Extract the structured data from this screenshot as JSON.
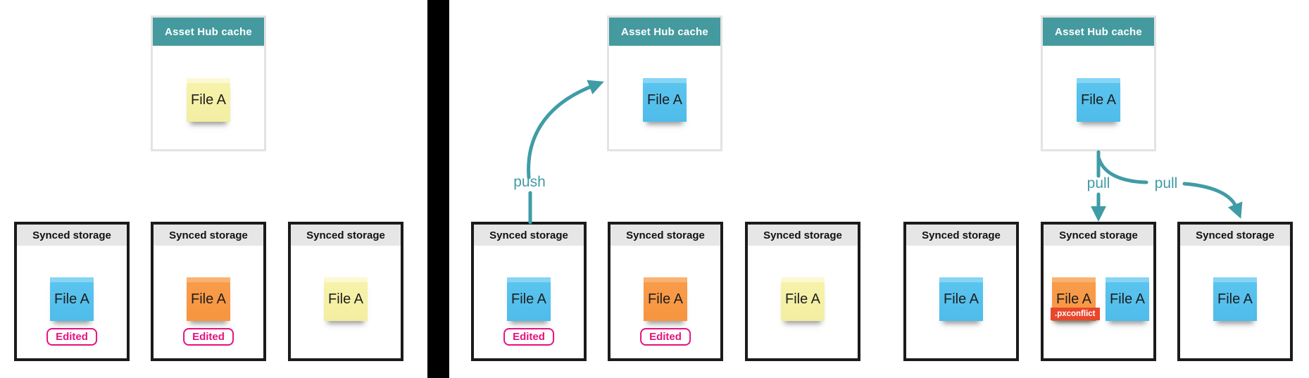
{
  "labels": {
    "asset_hub_cache": "Asset Hub cache",
    "synced_storage": "Synced storage",
    "file_a": "File A",
    "edited": "Edited",
    "pxconflict": ".pxconflict",
    "push": "push",
    "pull": "pull"
  },
  "colors": {
    "cache_header_teal": "#449a9e",
    "arrow_teal": "#3f9ca6",
    "note_blue": "#5ac4ee",
    "note_orange": "#f89c4b",
    "note_yellow": "#f6f2ab",
    "conflict_red": "#e8472b",
    "edited_pink": "#e5127d",
    "storage_header_gray": "#e6e6e6",
    "storage_border_black": "#1b1b1b",
    "divider_black": "#000000"
  },
  "panels": [
    {
      "name": "local-edits-scene",
      "cache": {
        "title": "Asset Hub cache",
        "notes": [
          {
            "label": "File A",
            "color": "yellow"
          }
        ]
      },
      "storages": [
        {
          "title": "Synced storage",
          "notes": [
            {
              "label": "File A",
              "color": "blue"
            }
          ],
          "badge": "Edited"
        },
        {
          "title": "Synced storage",
          "notes": [
            {
              "label": "File A",
              "color": "orange"
            }
          ],
          "badge": "Edited"
        },
        {
          "title": "Synced storage",
          "notes": [
            {
              "label": "File A",
              "color": "yellow"
            }
          ],
          "badge": null
        }
      ],
      "arrows": []
    },
    {
      "name": "push-scene",
      "cache": {
        "title": "Asset Hub cache",
        "notes": [
          {
            "label": "File A",
            "color": "blue"
          }
        ]
      },
      "storages": [
        {
          "title": "Synced storage",
          "notes": [
            {
              "label": "File A",
              "color": "blue"
            }
          ],
          "badge": "Edited"
        },
        {
          "title": "Synced storage",
          "notes": [
            {
              "label": "File A",
              "color": "orange"
            }
          ],
          "badge": "Edited"
        },
        {
          "title": "Synced storage",
          "notes": [
            {
              "label": "File A",
              "color": "yellow"
            }
          ],
          "badge": null
        }
      ],
      "arrows": [
        {
          "label": "push",
          "from": "storage-1",
          "to": "cache"
        }
      ]
    },
    {
      "name": "pull-scene",
      "cache": {
        "title": "Asset Hub cache",
        "notes": [
          {
            "label": "File A",
            "color": "blue"
          }
        ]
      },
      "storages": [
        {
          "title": "Synced storage",
          "notes": [
            {
              "label": "File A",
              "color": "blue"
            }
          ],
          "badge": null
        },
        {
          "title": "Synced storage",
          "notes": [
            {
              "label": "File A",
              "color": "orange",
              "tag": ".pxconflict"
            },
            {
              "label": "File A",
              "color": "blue"
            }
          ],
          "badge": null
        },
        {
          "title": "Synced storage",
          "notes": [
            {
              "label": "File A",
              "color": "blue"
            }
          ],
          "badge": null
        }
      ],
      "arrows": [
        {
          "label": "pull",
          "from": "cache",
          "to": "storage-2"
        },
        {
          "label": "pull",
          "from": "cache",
          "to": "storage-3"
        }
      ]
    }
  ]
}
